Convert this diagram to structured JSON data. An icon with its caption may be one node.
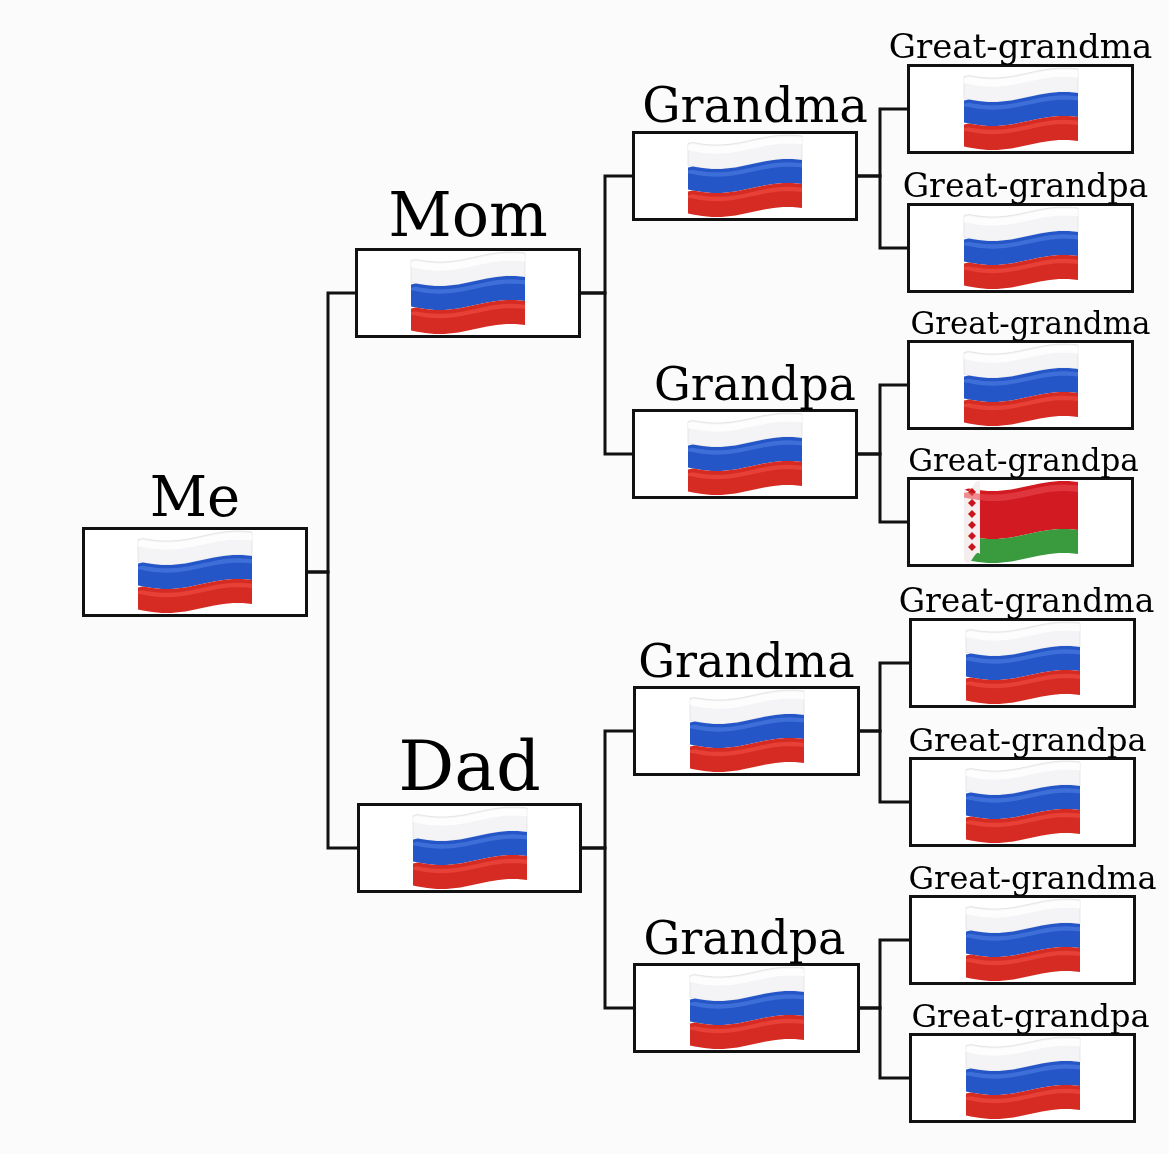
{
  "diagram": {
    "nodes": [
      {
        "text": [
          "Me"
        ]
      },
      {
        "text": [
          "Mom"
        ]
      },
      {
        "text": [
          "Dad"
        ]
      },
      {
        "text": [
          "Grandma"
        ]
      },
      {
        "text": [
          "Grandpa"
        ]
      },
      {
        "text": [
          "Grandma"
        ]
      },
      {
        "text": [
          "Grandpa"
        ]
      },
      {
        "text": [
          "Great-grandma"
        ]
      },
      {
        "text": [
          "Great-grandpa"
        ]
      },
      {
        "text": [
          "Great-grandma"
        ]
      },
      {
        "text": [
          "Great-grandpa"
        ]
      },
      {
        "text": [
          "Great-grandma"
        ]
      },
      {
        "text": [
          "Great-grandpa"
        ]
      },
      {
        "text": [
          "Great-grandma"
        ]
      },
      {
        "text": [
          "Great-grandpa"
        ]
      }
    ],
    "edges": [
      {
        "from": 0,
        "to": 1,
        "arrow": "none"
      },
      {
        "from": 0,
        "to": 2,
        "arrow": "none"
      },
      {
        "from": 1,
        "to": 3,
        "arrow": "none"
      },
      {
        "from": 1,
        "to": 4,
        "arrow": "none"
      },
      {
        "from": 2,
        "to": 5,
        "arrow": "none"
      },
      {
        "from": 2,
        "to": 6,
        "arrow": "none"
      },
      {
        "from": 3,
        "to": 7,
        "arrow": "none"
      },
      {
        "from": 3,
        "to": 8,
        "arrow": "none"
      },
      {
        "from": 4,
        "to": 9,
        "arrow": "none"
      },
      {
        "from": 4,
        "to": 10,
        "arrow": "none"
      },
      {
        "from": 5,
        "to": 11,
        "arrow": "none"
      },
      {
        "from": 5,
        "to": 12,
        "arrow": "none"
      },
      {
        "from": 6,
        "to": 13,
        "arrow": "none"
      },
      {
        "from": 6,
        "to": 14,
        "arrow": "none"
      }
    ]
  }
}
